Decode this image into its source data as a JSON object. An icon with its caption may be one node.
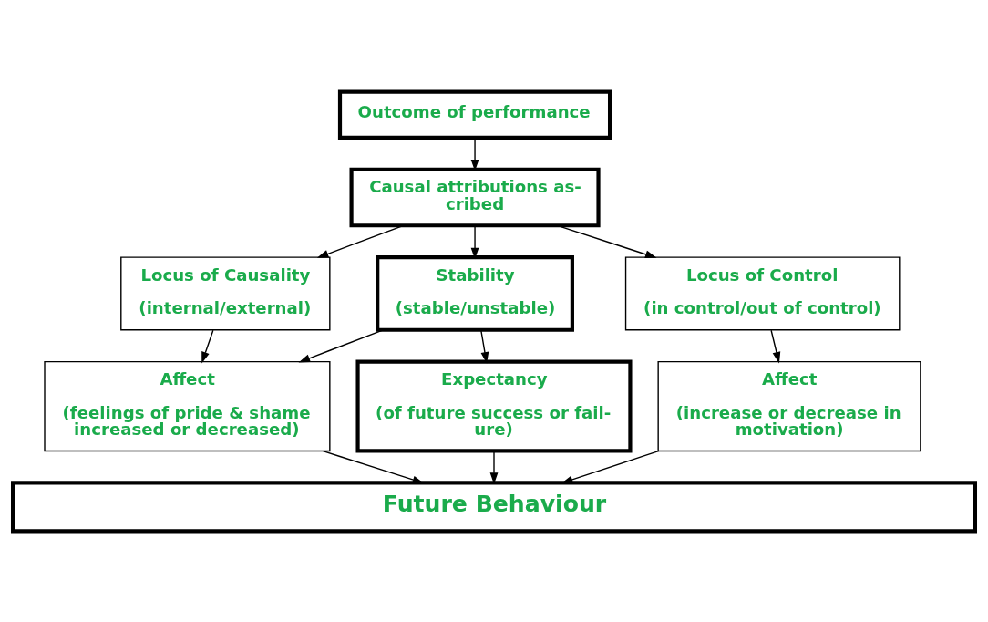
{
  "diagram": {
    "nodes": [
      {
        "text": [
          "Outcome of performance"
        ]
      },
      {
        "text": [
          "Causal attributions as- cribed"
        ]
      },
      {
        "text": [
          "Locus of Causality",
          "(internal/external)"
        ]
      },
      {
        "text": [
          "Stability",
          "(stable/unstable)"
        ]
      },
      {
        "text": [
          "Locus of Control",
          "(in control/out of control)"
        ]
      },
      {
        "text": [
          "Affect",
          "(feelings of pride & shame increased or decreased)"
        ]
      },
      {
        "text": [
          "Expectancy",
          "(of future success or fail- ure)"
        ]
      },
      {
        "text": [
          "Affect",
          "(increase or decrease in motivation)"
        ]
      },
      {
        "text": [
          "Future Behaviour"
        ]
      }
    ],
    "edges": [
      {
        "from": 0,
        "to": 1,
        "arrow": "to"
      },
      {
        "from": 1,
        "to": 2,
        "arrow": "to"
      },
      {
        "from": 1,
        "to": 3,
        "arrow": "to"
      },
      {
        "from": 1,
        "to": 4,
        "arrow": "to"
      },
      {
        "from": 2,
        "to": 5,
        "arrow": "to"
      },
      {
        "from": 3,
        "to": 5,
        "arrow": "to"
      },
      {
        "from": 3,
        "to": 6,
        "arrow": "to"
      },
      {
        "from": 4,
        "to": 7,
        "arrow": "to"
      },
      {
        "from": 5,
        "to": 8,
        "arrow": "to"
      },
      {
        "from": 6,
        "to": 8,
        "arrow": "to"
      },
      {
        "from": 7,
        "to": 8,
        "arrow": "to"
      }
    ]
  }
}
